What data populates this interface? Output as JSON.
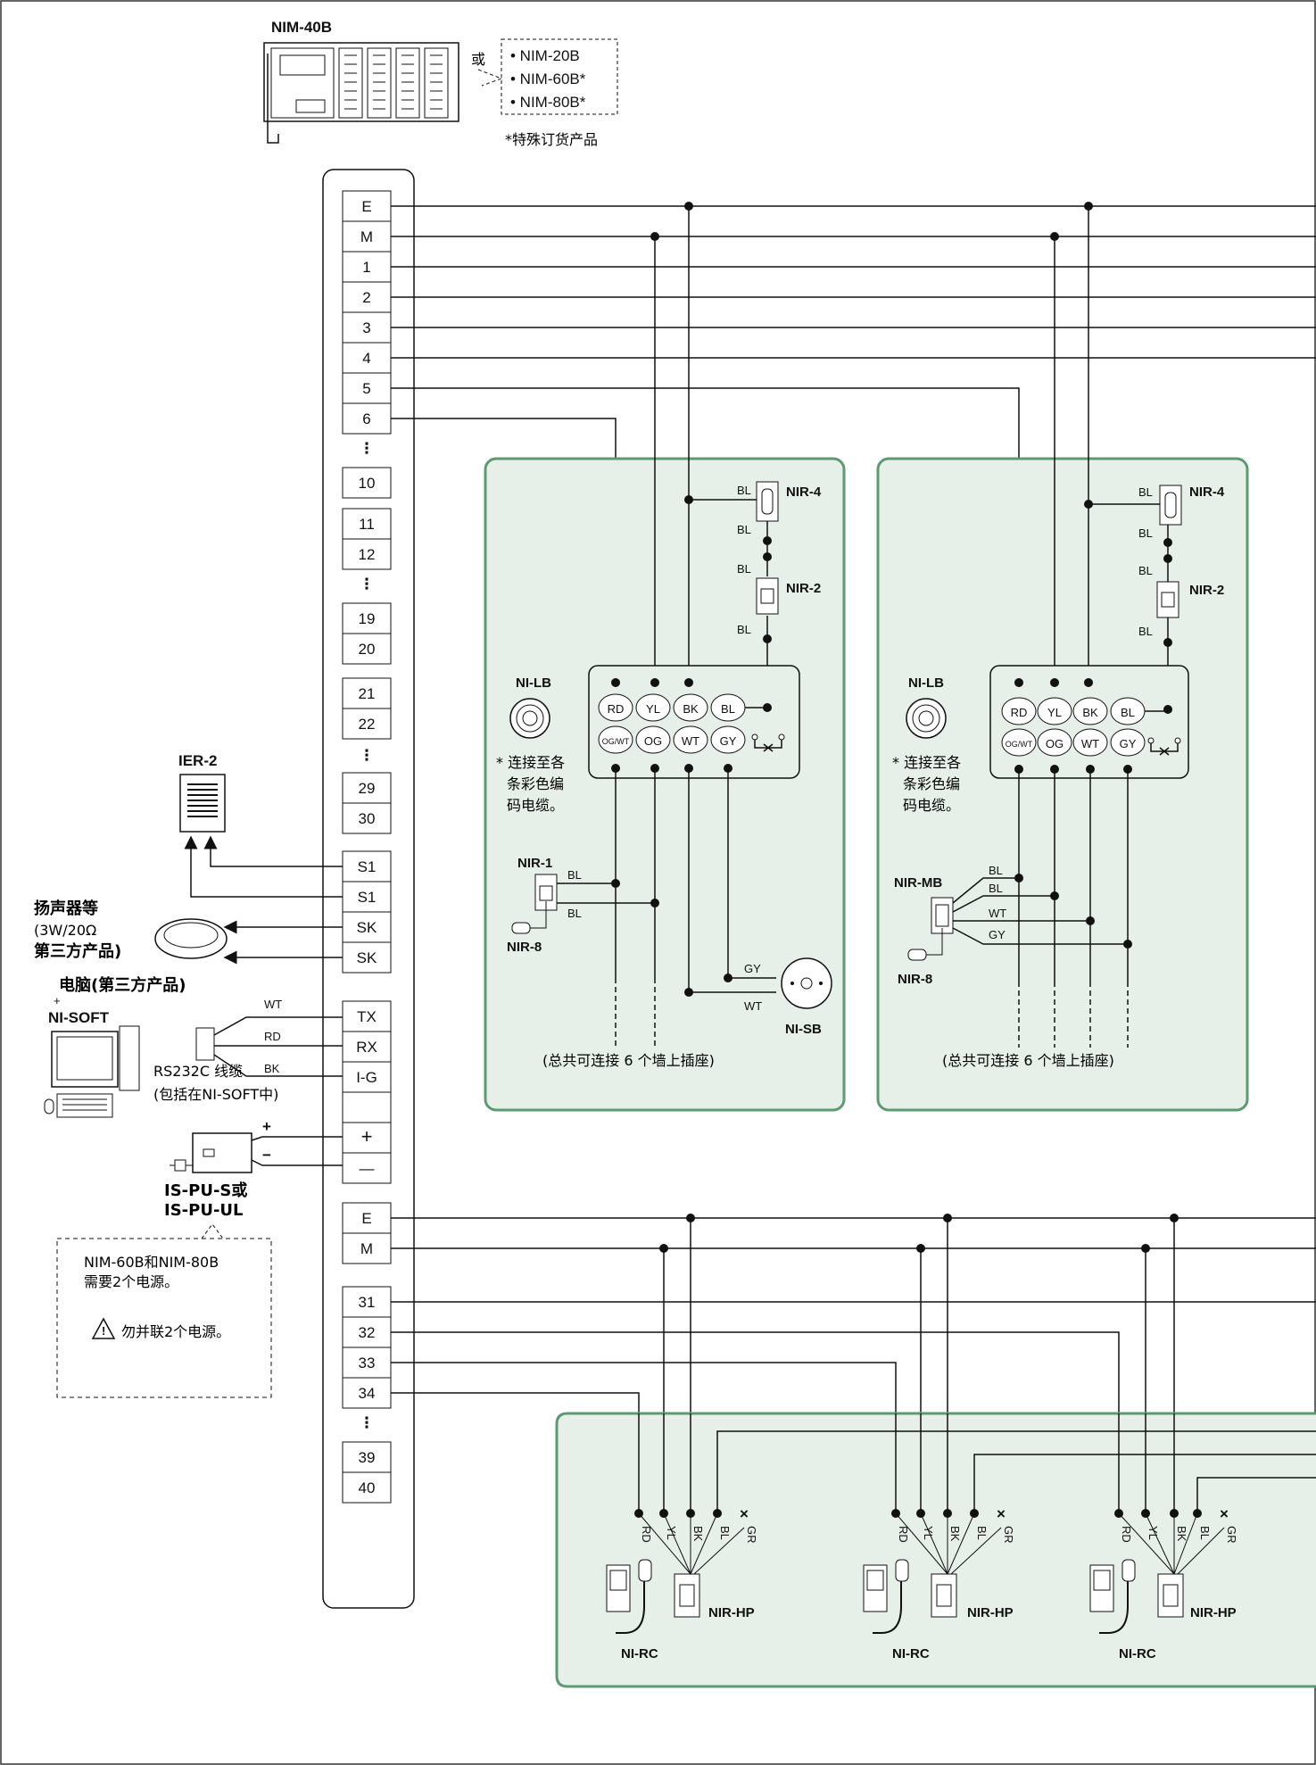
{
  "colors": {
    "panel_fill": "#e6efe8",
    "panel_stroke": "#5c9a72",
    "line": "#111111"
  },
  "master": {
    "model": "NIM-40B",
    "alt_prefix": "或",
    "alternatives": [
      "• NIM-20B",
      "• NIM-60B*",
      "• NIM-80B*"
    ],
    "note": "*特殊订货产品"
  },
  "terminal_block": {
    "group1": [
      "E",
      "M",
      "1",
      "2",
      "3",
      "4",
      "5",
      "6"
    ],
    "t10": "10",
    "t11_12": [
      "11",
      "12"
    ],
    "t19_20": [
      "19",
      "20"
    ],
    "t21_22": [
      "21",
      "22"
    ],
    "t29_30": [
      "29",
      "30"
    ],
    "s1": [
      "S1",
      "S1"
    ],
    "sk": [
      "SK",
      "SK"
    ],
    "serial": [
      "TX",
      "RX",
      "I-G"
    ],
    "power": [
      "+",
      "—"
    ],
    "group2": [
      "E",
      "M"
    ],
    "group3": [
      "31",
      "32",
      "33",
      "34"
    ],
    "t39_40": [
      "39",
      "40"
    ],
    "dots": "⋮"
  },
  "left": {
    "ier": "IER-2",
    "speaker_label": "扬声器等",
    "speaker_spec": "(3W/20Ω",
    "speaker_third": "第三方产品)",
    "pc_label": "电脑(第三方产品)",
    "pc_plus": "+",
    "pc_soft": "NI-SOFT",
    "wire_wt": "WT",
    "wire_rd": "RD",
    "wire_bk": "BK",
    "rs232_label": "RS232C 线缆",
    "rs232_note": "(包括在NI-SOFT中)",
    "plus_sign": "+",
    "minus_sign": "−",
    "psu_a": "IS-PU-S或",
    "psu_b": "IS-PU-UL",
    "note_1": "NIM-60B和NIM-80B",
    "note_2": "需要2个电源。",
    "note_warn": "勿并联2个电源。"
  },
  "room_panel": {
    "nir4": "NIR-4",
    "nir2": "NIR-2",
    "bl": "BL",
    "nilb": "NI-LB",
    "nilb_note": [
      "* 连接至各",
      "条彩色编",
      "码电缆。"
    ],
    "terminals_top": [
      "RD",
      "YL",
      "BK",
      "BL"
    ],
    "terminals_bottom": [
      "OG/WT",
      "OG",
      "WT",
      "GY"
    ],
    "footer": "(总共可连接 6 个墙上插座)"
  },
  "panel_a": {
    "nir1": "NIR-1",
    "nir8": "NIR-8",
    "gy": "GY",
    "wt": "WT",
    "nisb": "NI-SB"
  },
  "panel_b": {
    "nirmb": "NIR-MB",
    "nir8": "NIR-8",
    "wires": [
      "BL",
      "BL",
      "WT",
      "GY"
    ]
  },
  "bottom_panel": {
    "wire_labels": [
      "RD",
      "YL",
      "BK",
      "BL",
      "GR"
    ],
    "nirhp": "NIR-HP",
    "nirc": "NI-RC",
    "x_mark": "×"
  }
}
